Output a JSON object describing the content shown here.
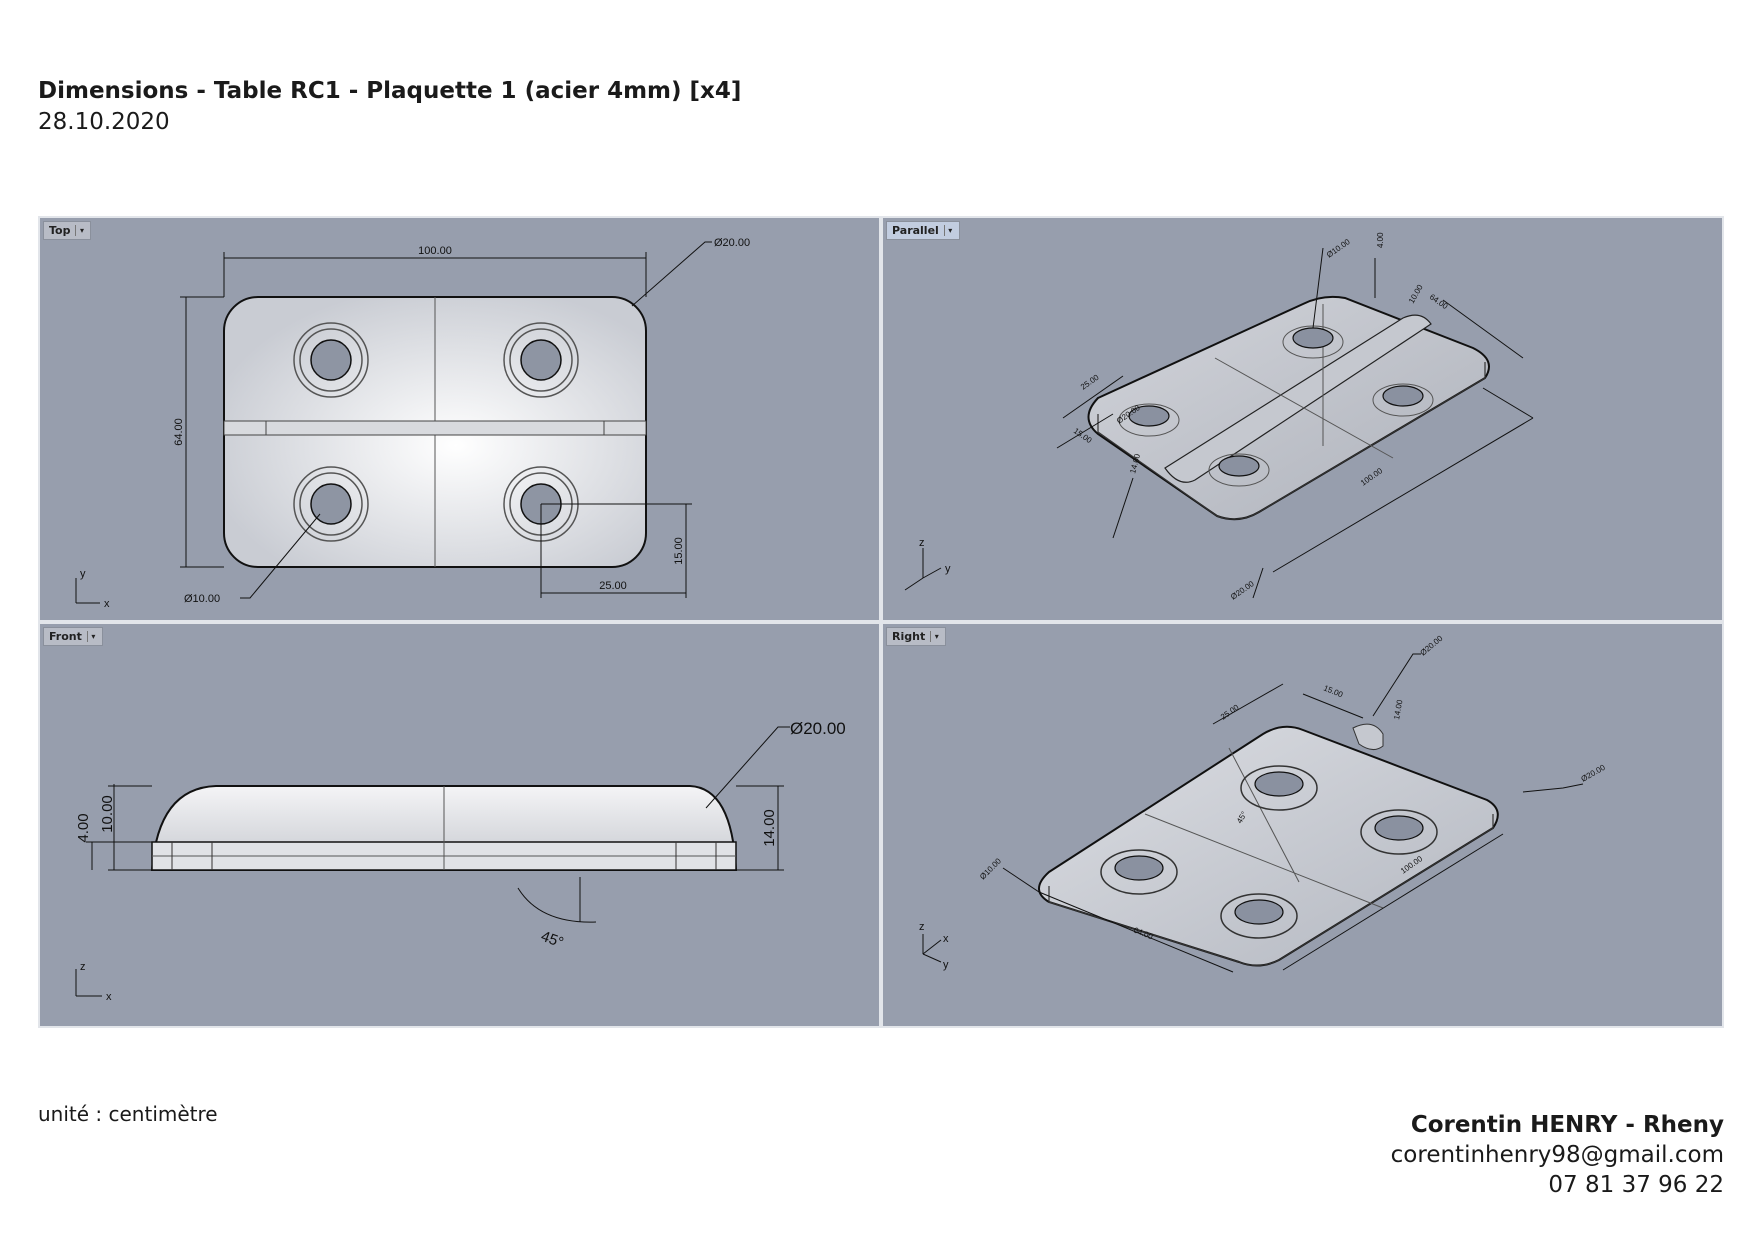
{
  "header": {
    "title": "Dimensions - Table RC1 - Plaquette 1 (acier 4mm) [x4]",
    "date": "28.10.2020"
  },
  "viewports": {
    "top": {
      "label": "Top",
      "axis_h": "x",
      "axis_v": "y",
      "dims": {
        "width": "100.00",
        "height": "64.00",
        "radius": "Ø20.00",
        "hole": "Ø10.00",
        "offset_x": "25.00",
        "offset_y": "15.00"
      }
    },
    "parallel": {
      "label": "Parallel",
      "axis_h": "y",
      "axis_v": "z",
      "dims": {
        "d1": "Ø10.00",
        "d2": "4.00",
        "d3": "64.00",
        "d4": "10.00",
        "d5": "25.00",
        "d6": "15.00",
        "d7": "Ø20.00",
        "d8": "14.00",
        "d9": "100.00",
        "d10": "Ø20.00"
      }
    },
    "front": {
      "label": "Front",
      "axis_h": "x",
      "axis_v": "z",
      "dims": {
        "radius": "Ø20.00",
        "t1": "4.00",
        "t2": "10.00",
        "t3": "14.00",
        "angle": "45°"
      }
    },
    "right": {
      "label": "Right",
      "axis_h": "x",
      "axis_v": "z",
      "axis_d": "y",
      "dims": {
        "r1": "Ø20.00",
        "w1": "15.00",
        "w2": "25.00",
        "h1": "14.00",
        "r2": "Ø20.00",
        "len": "100.00",
        "wid": "64.00",
        "hole": "Ø10.00",
        "ang": "45°"
      }
    }
  },
  "footer": {
    "unit": "unité : centimètre",
    "name": "Corentin HENRY - Rheny",
    "email": "corentinhenry98@gmail.com",
    "phone": "07 81 37 96 22"
  }
}
